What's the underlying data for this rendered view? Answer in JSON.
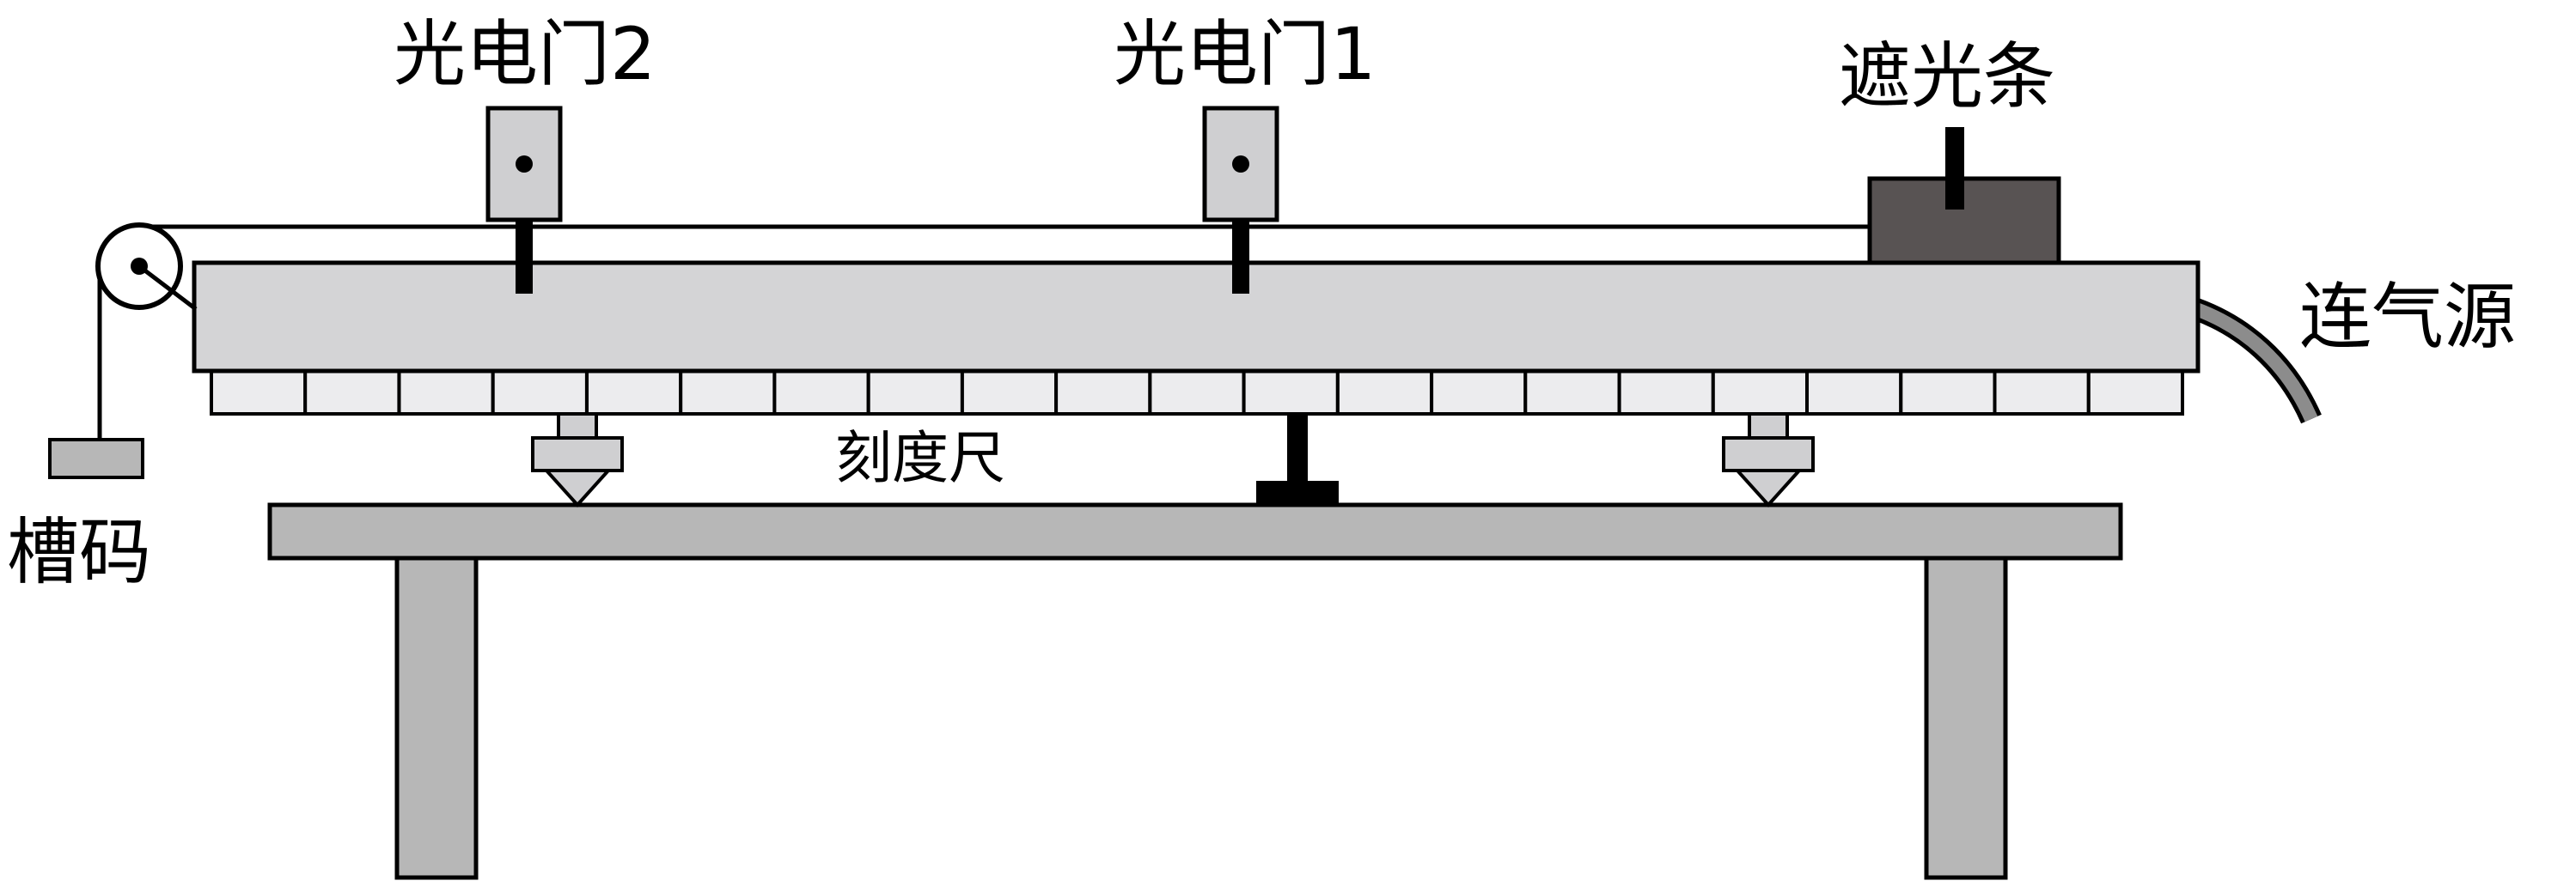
{
  "labels": {
    "gate2": "光电门2",
    "gate1": "光电门1",
    "shade_strip": "遮光条",
    "air_source": "连气源",
    "scale": "刻度尺",
    "hook_weight": "槽码"
  },
  "scale_segment_count": 21,
  "colors": {
    "stroke": "#000000",
    "track": "#d4d4d6",
    "table": "#b7b7b7",
    "slider": "#585353",
    "scale_cell": "#ececee",
    "gate": "#cfcfd1",
    "hose": "#8c8c8c"
  }
}
